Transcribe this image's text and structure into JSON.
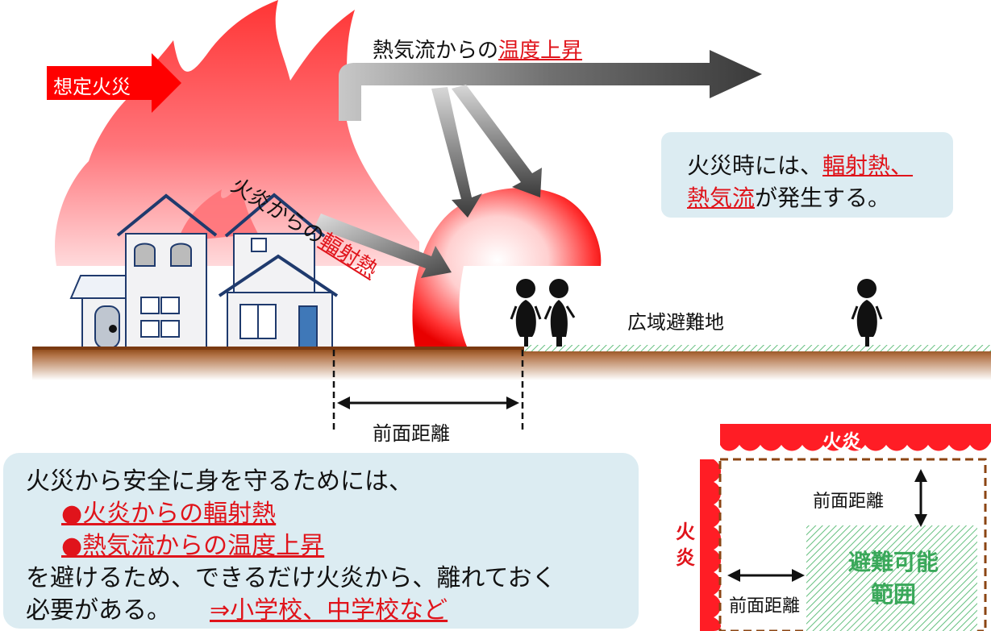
{
  "fire_scenario": {
    "label": "想定火災"
  },
  "heat_flow": {
    "prefix": "熱気流からの",
    "highlight": "温度上昇"
  },
  "radiant": {
    "prefix": "火炎からの",
    "highlight": "輻射熱"
  },
  "info_box": {
    "line1_prefix": "火災時には、",
    "line1_highlight": "輻射熱、",
    "line2_highlight": "熱気流",
    "line2_suffix": "が発生する。"
  },
  "evac_area": {
    "label": "広域避難地"
  },
  "front_distance": {
    "label": "前面距離"
  },
  "main_box": {
    "line1": "火災から安全に身を守るためには、",
    "bullet1": "●火炎からの輻射熱",
    "bullet2": "●熱気流からの温度上昇",
    "line4": "を避けるため、できるだけ火炎から、離れておく",
    "line5_prefix": "必要がある。",
    "line5_highlight": "⇒小学校、中学校など"
  },
  "inset": {
    "flame_top": "火炎",
    "flame_left_1": "火",
    "flame_left_2": "炎",
    "front_distance_top": "前面距離",
    "front_distance_bottom": "前面距離",
    "safe_zone_1": "避難可能",
    "safe_zone_2": "範囲"
  }
}
